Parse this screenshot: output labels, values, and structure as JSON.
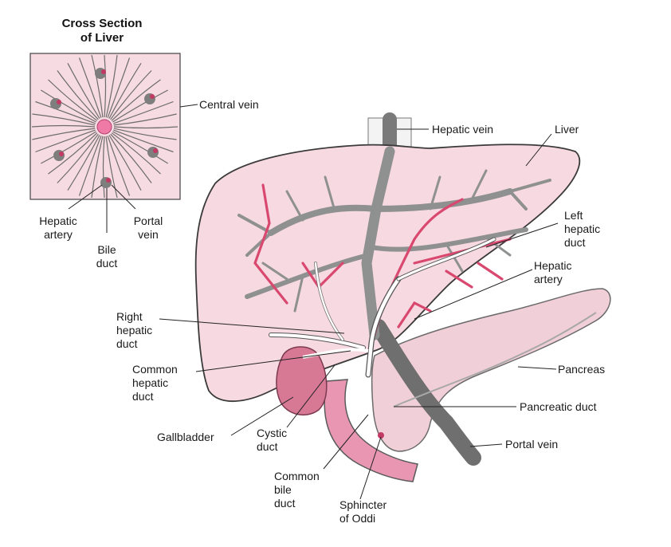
{
  "inset": {
    "title_line1": "Cross Section",
    "title_line2": "of Liver"
  },
  "labels": {
    "central_vein": "Central vein",
    "hepatic_artery_inset_1": "Hepatic",
    "hepatic_artery_inset_2": "artery",
    "portal_vein_inset_1": "Portal",
    "portal_vein_inset_2": "vein",
    "bile_duct_1": "Bile",
    "bile_duct_2": "duct",
    "hepatic_vein": "Hepatic vein",
    "liver": "Liver",
    "left_hepatic_duct_1": "Left",
    "left_hepatic_duct_2": "hepatic",
    "left_hepatic_duct_3": "duct",
    "hepatic_artery_1": "Hepatic",
    "hepatic_artery_2": "artery",
    "right_hepatic_duct_1": "Right",
    "right_hepatic_duct_2": "hepatic",
    "right_hepatic_duct_3": "duct",
    "common_hepatic_duct_1": "Common",
    "common_hepatic_duct_2": "hepatic",
    "common_hepatic_duct_3": "duct",
    "pancreas": "Pancreas",
    "pancreatic_duct": "Pancreatic duct",
    "portal_vein": "Portal vein",
    "gallbladder": "Gallbladder",
    "cystic_duct_1": "Cystic",
    "cystic_duct_2": "duct",
    "common_bile_duct_1": "Common",
    "common_bile_duct_2": "bile",
    "common_bile_duct_3": "duct",
    "sphincter_1": "Sphincter",
    "sphincter_2": "of Oddi"
  },
  "colors": {
    "liver_fill": "#f7d9e1",
    "pancreas_fill": "#f1cfd8",
    "artery": "#d9486f",
    "vein": "#8f9090",
    "duct": "#ffffff",
    "gallbladder": "#d77994"
  }
}
